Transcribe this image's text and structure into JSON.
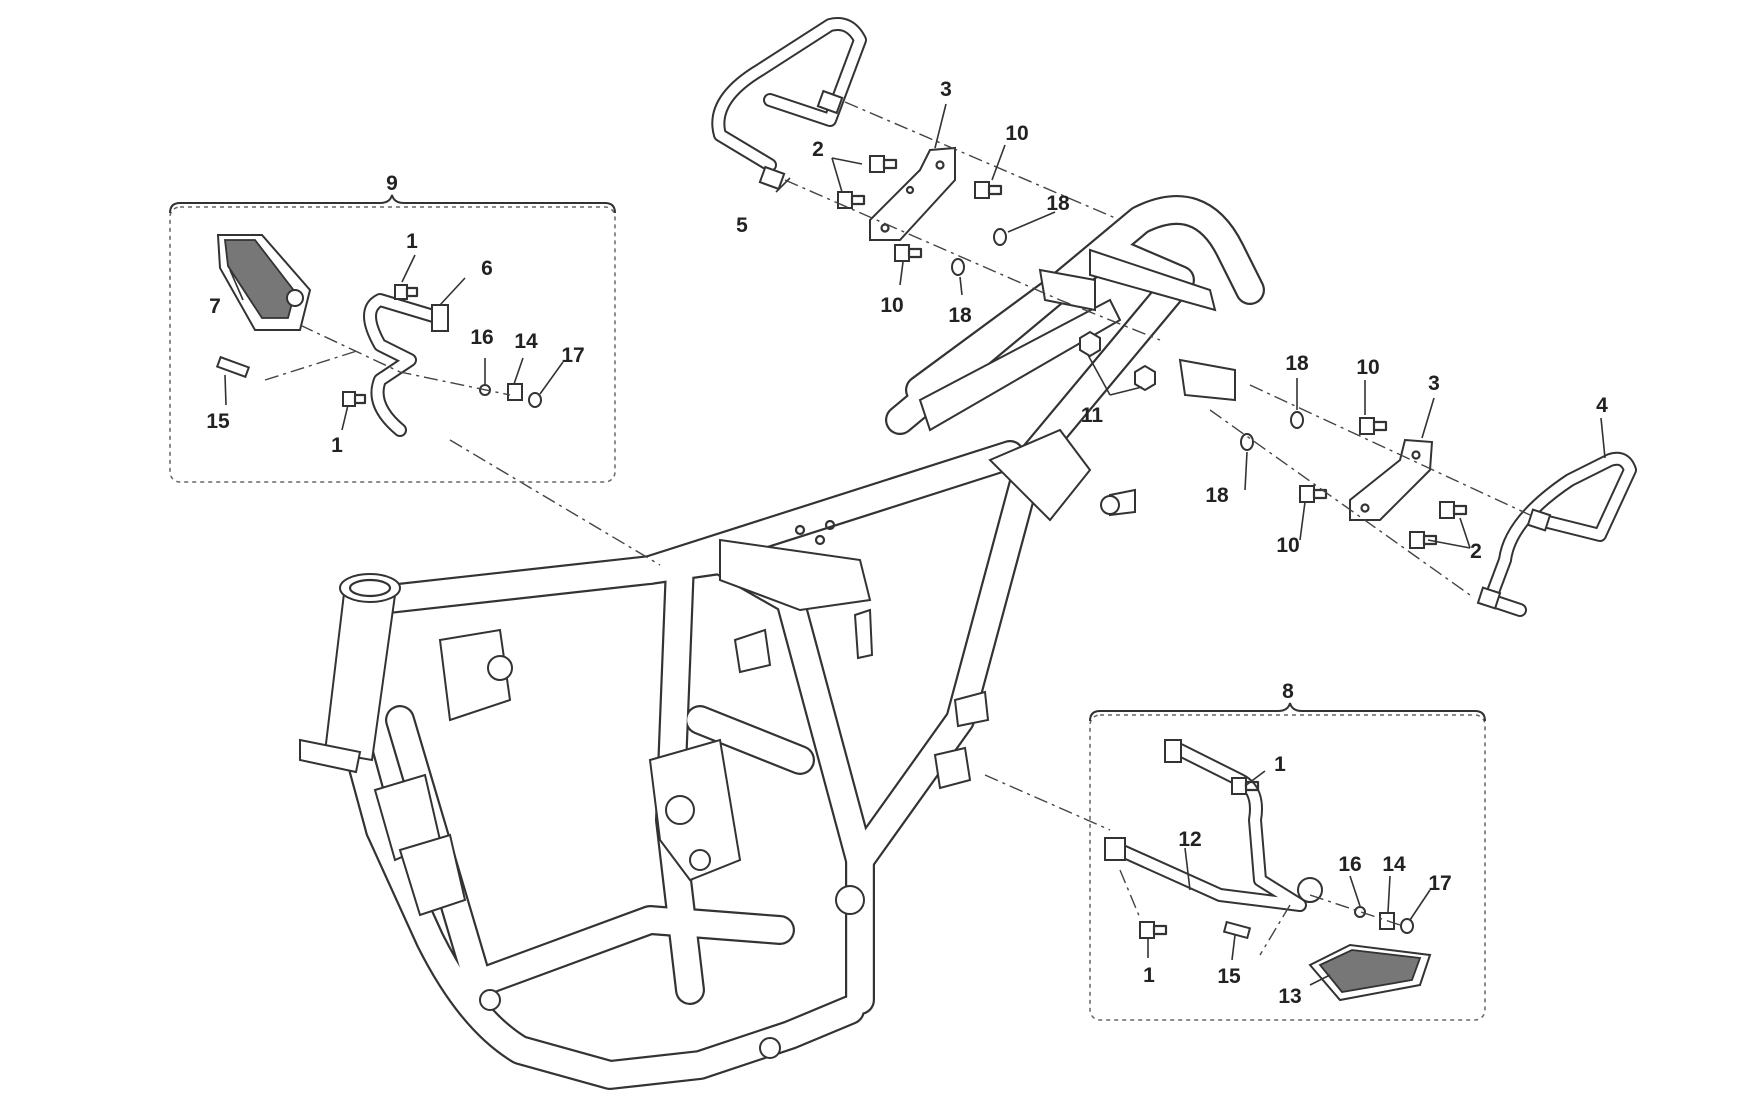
{
  "diagram": {
    "callouts": {
      "c1a": "1",
      "c1b": "1",
      "c1c": "1",
      "c1d": "1",
      "c2a": "2",
      "c2b": "2",
      "c3a": "3",
      "c3b": "3",
      "c4": "4",
      "c5": "5",
      "c6": "6",
      "c7": "7",
      "c8": "8",
      "c9": "9",
      "c10a": "10",
      "c10b": "10",
      "c10c": "10",
      "c10d": "10",
      "c11": "11",
      "c12": "12",
      "c13": "13",
      "c14a": "14",
      "c14b": "14",
      "c15a": "15",
      "c15b": "15",
      "c16a": "16",
      "c16b": "16",
      "c17a": "17",
      "c17b": "17",
      "c18a": "18",
      "c18b": "18",
      "c18c": "18",
      "c18d": "18"
    },
    "colors": {
      "line": "#333333",
      "background": "#ffffff",
      "hatch": "#777777"
    }
  }
}
